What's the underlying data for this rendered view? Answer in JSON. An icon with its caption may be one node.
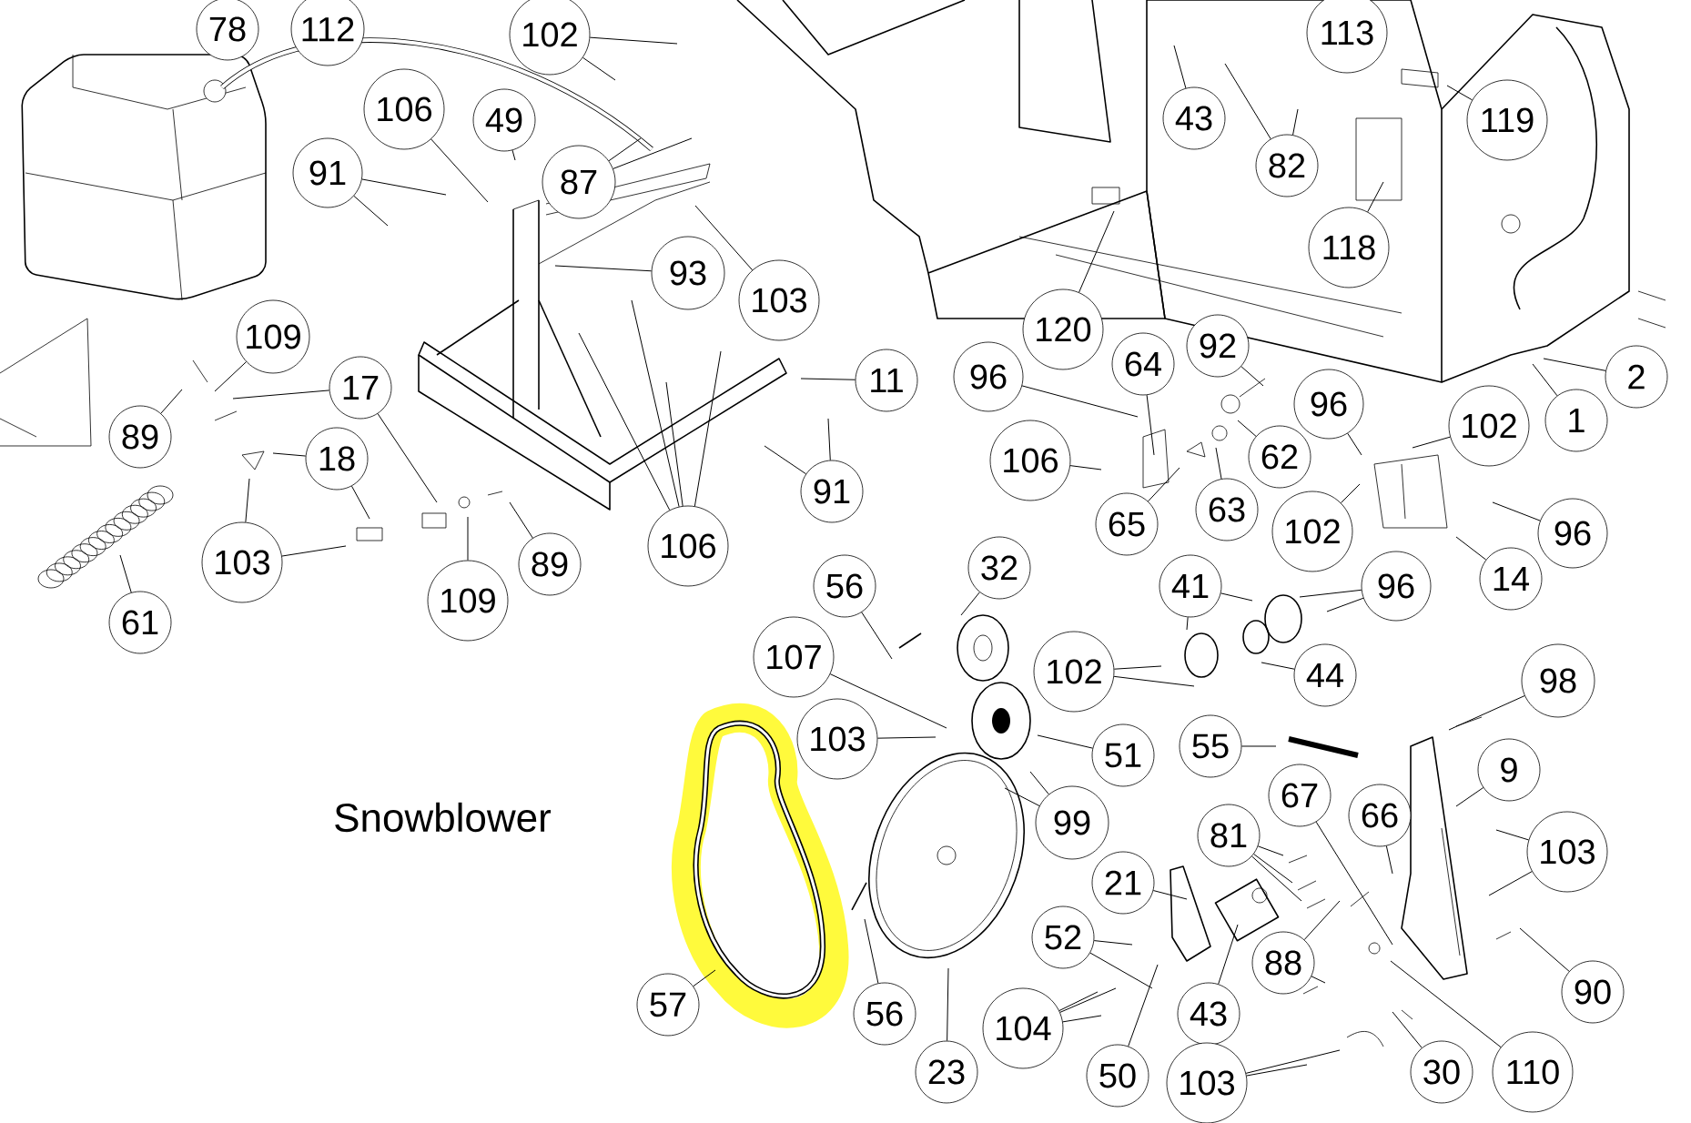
{
  "diagram": {
    "nodes": [
      {
        "text": [
          "78"
        ]
      },
      {
        "text": [
          "112"
        ]
      },
      {
        "text": [
          "102"
        ]
      },
      {
        "text": [
          "106"
        ]
      },
      {
        "text": [
          "49"
        ]
      },
      {
        "text": [
          "91"
        ]
      },
      {
        "text": [
          "87"
        ]
      },
      {
        "text": [
          "93"
        ]
      },
      {
        "text": [
          "103"
        ]
      },
      {
        "text": [
          "109"
        ]
      },
      {
        "text": [
          "89"
        ]
      },
      {
        "text": [
          "17"
        ]
      },
      {
        "text": [
          "18"
        ]
      },
      {
        "text": [
          "103"
        ]
      },
      {
        "text": [
          "109"
        ]
      },
      {
        "text": [
          "89"
        ]
      },
      {
        "text": [
          "61"
        ]
      },
      {
        "text": [
          "106"
        ]
      },
      {
        "text": [
          "11"
        ]
      },
      {
        "text": [
          "91"
        ]
      },
      {
        "text": [
          "43"
        ]
      },
      {
        "text": [
          "82"
        ]
      },
      {
        "text": [
          "113"
        ]
      },
      {
        "text": [
          "119"
        ]
      },
      {
        "text": [
          "118"
        ]
      },
      {
        "text": [
          "120"
        ]
      },
      {
        "text": [
          "2"
        ]
      },
      {
        "text": [
          "1"
        ]
      },
      {
        "text": [
          "96"
        ]
      },
      {
        "text": [
          "64"
        ]
      },
      {
        "text": [
          "92"
        ]
      },
      {
        "text": [
          "106"
        ]
      },
      {
        "text": [
          "65"
        ]
      },
      {
        "text": [
          "63"
        ]
      },
      {
        "text": [
          "62"
        ]
      },
      {
        "text": [
          "96"
        ]
      },
      {
        "text": [
          "102"
        ]
      },
      {
        "text": [
          "102"
        ]
      },
      {
        "text": [
          "96"
        ]
      },
      {
        "text": [
          "14"
        ]
      },
      {
        "text": [
          "56"
        ]
      },
      {
        "text": [
          "32"
        ]
      },
      {
        "text": [
          "41"
        ]
      },
      {
        "text": [
          "96"
        ]
      },
      {
        "text": [
          "102"
        ]
      },
      {
        "text": [
          "44"
        ]
      },
      {
        "text": [
          "107"
        ]
      },
      {
        "text": [
          "103"
        ]
      },
      {
        "text": [
          "51"
        ]
      },
      {
        "text": [
          "55"
        ]
      },
      {
        "text": [
          "98"
        ]
      },
      {
        "text": [
          "9"
        ]
      },
      {
        "text": [
          "67"
        ]
      },
      {
        "text": [
          "66"
        ]
      },
      {
        "text": [
          "99"
        ]
      },
      {
        "text": [
          "103"
        ]
      },
      {
        "text": [
          "81"
        ]
      },
      {
        "text": [
          "21"
        ]
      },
      {
        "text": [
          "52"
        ]
      },
      {
        "text": [
          "88"
        ]
      },
      {
        "text": [
          "43"
        ]
      },
      {
        "text": [
          "57"
        ]
      },
      {
        "text": [
          "56"
        ]
      },
      {
        "text": [
          "23"
        ]
      },
      {
        "text": [
          "104"
        ]
      },
      {
        "text": [
          "50"
        ]
      },
      {
        "text": [
          "103"
        ]
      },
      {
        "text": [
          "30"
        ]
      },
      {
        "text": [
          "110"
        ]
      },
      {
        "text": [
          "90"
        ]
      }
    ],
    "edges": [
      {
        "from": 2,
        "to": null,
        "arrow": "none"
      },
      {
        "from": 2,
        "to": null,
        "arrow": "none"
      },
      {
        "from": 3,
        "to": null,
        "arrow": "none"
      },
      {
        "from": 4,
        "to": null,
        "arrow": "none"
      },
      {
        "from": 5,
        "to": null,
        "arrow": "none"
      },
      {
        "from": 5,
        "to": null,
        "arrow": "none"
      },
      {
        "from": 6,
        "to": null,
        "arrow": "none"
      },
      {
        "from": 6,
        "to": null,
        "arrow": "none"
      },
      {
        "from": 7,
        "to": null,
        "arrow": "none"
      },
      {
        "from": 8,
        "to": null,
        "arrow": "none"
      },
      {
        "from": 9,
        "to": null,
        "arrow": "none"
      },
      {
        "from": 10,
        "to": null,
        "arrow": "none"
      },
      {
        "from": 11,
        "to": null,
        "arrow": "none"
      },
      {
        "from": 11,
        "to": null,
        "arrow": "none"
      },
      {
        "from": 12,
        "to": null,
        "arrow": "none"
      },
      {
        "from": 12,
        "to": null,
        "arrow": "none"
      },
      {
        "from": 13,
        "to": null,
        "arrow": "none"
      },
      {
        "from": 13,
        "to": null,
        "arrow": "none"
      },
      {
        "from": 14,
        "to": null,
        "arrow": "none"
      },
      {
        "from": 15,
        "to": null,
        "arrow": "none"
      },
      {
        "from": 16,
        "to": null,
        "arrow": "none"
      },
      {
        "from": 17,
        "to": null,
        "arrow": "none"
      },
      {
        "from": 17,
        "to": null,
        "arrow": "none"
      },
      {
        "from": 17,
        "to": null,
        "arrow": "none"
      },
      {
        "from": 17,
        "to": null,
        "arrow": "none"
      },
      {
        "from": 18,
        "to": null,
        "arrow": "none"
      },
      {
        "from": 19,
        "to": null,
        "arrow": "none"
      },
      {
        "from": 19,
        "to": null,
        "arrow": "none"
      },
      {
        "from": 20,
        "to": null,
        "arrow": "none"
      },
      {
        "from": 21,
        "to": null,
        "arrow": "none"
      },
      {
        "from": 21,
        "to": null,
        "arrow": "none"
      },
      {
        "from": 23,
        "to": null,
        "arrow": "none"
      },
      {
        "from": 24,
        "to": null,
        "arrow": "none"
      },
      {
        "from": 25,
        "to": null,
        "arrow": "none"
      },
      {
        "from": 26,
        "to": null,
        "arrow": "none"
      },
      {
        "from": 27,
        "to": null,
        "arrow": "none"
      },
      {
        "from": 28,
        "to": null,
        "arrow": "none"
      },
      {
        "from": 29,
        "to": null,
        "arrow": "none"
      },
      {
        "from": 30,
        "to": null,
        "arrow": "none"
      },
      {
        "from": 31,
        "to": null,
        "arrow": "none"
      },
      {
        "from": 32,
        "to": null,
        "arrow": "none"
      },
      {
        "from": 33,
        "to": null,
        "arrow": "none"
      },
      {
        "from": 34,
        "to": null,
        "arrow": "none"
      },
      {
        "from": 35,
        "to": null,
        "arrow": "none"
      },
      {
        "from": 36,
        "to": null,
        "arrow": "none"
      },
      {
        "from": 37,
        "to": null,
        "arrow": "none"
      },
      {
        "from": 38,
        "to": null,
        "arrow": "none"
      },
      {
        "from": 39,
        "to": null,
        "arrow": "none"
      },
      {
        "from": 40,
        "to": null,
        "arrow": "none"
      },
      {
        "from": 41,
        "to": null,
        "arrow": "none"
      },
      {
        "from": 42,
        "to": null,
        "arrow": "none"
      },
      {
        "from": 42,
        "to": null,
        "arrow": "none"
      },
      {
        "from": 43,
        "to": null,
        "arrow": "none"
      },
      {
        "from": 43,
        "to": null,
        "arrow": "none"
      },
      {
        "from": 44,
        "to": null,
        "arrow": "none"
      },
      {
        "from": 44,
        "to": null,
        "arrow": "none"
      },
      {
        "from": 45,
        "to": null,
        "arrow": "none"
      },
      {
        "from": 46,
        "to": null,
        "arrow": "none"
      },
      {
        "from": 47,
        "to": null,
        "arrow": "none"
      },
      {
        "from": 48,
        "to": null,
        "arrow": "none"
      },
      {
        "from": 49,
        "to": null,
        "arrow": "none"
      },
      {
        "from": 50,
        "to": null,
        "arrow": "none"
      },
      {
        "from": 51,
        "to": null,
        "arrow": "none"
      },
      {
        "from": 52,
        "to": null,
        "arrow": "none"
      },
      {
        "from": 53,
        "to": null,
        "arrow": "none"
      },
      {
        "from": 54,
        "to": null,
        "arrow": "none"
      },
      {
        "from": 54,
        "to": null,
        "arrow": "none"
      },
      {
        "from": 55,
        "to": null,
        "arrow": "none"
      },
      {
        "from": 55,
        "to": null,
        "arrow": "none"
      },
      {
        "from": 56,
        "to": null,
        "arrow": "none"
      },
      {
        "from": 56,
        "to": null,
        "arrow": "none"
      },
      {
        "from": 56,
        "to": null,
        "arrow": "none"
      },
      {
        "from": 57,
        "to": null,
        "arrow": "none"
      },
      {
        "from": 58,
        "to": null,
        "arrow": "none"
      },
      {
        "from": 58,
        "to": null,
        "arrow": "none"
      },
      {
        "from": 59,
        "to": null,
        "arrow": "none"
      },
      {
        "from": 59,
        "to": null,
        "arrow": "none"
      },
      {
        "from": 60,
        "to": null,
        "arrow": "none"
      },
      {
        "from": 61,
        "to": null,
        "arrow": "none"
      },
      {
        "from": 62,
        "to": null,
        "arrow": "none"
      },
      {
        "from": 63,
        "to": null,
        "arrow": "none"
      },
      {
        "from": 64,
        "to": null,
        "arrow": "none"
      },
      {
        "from": 64,
        "to": null,
        "arrow": "none"
      },
      {
        "from": 64,
        "to": null,
        "arrow": "none"
      },
      {
        "from": 65,
        "to": null,
        "arrow": "none"
      },
      {
        "from": 66,
        "to": null,
        "arrow": "none"
      },
      {
        "from": 66,
        "to": null,
        "arrow": "none"
      },
      {
        "from": 67,
        "to": null,
        "arrow": "none"
      },
      {
        "from": 68,
        "to": null,
        "arrow": "none"
      },
      {
        "from": 69,
        "to": null,
        "arrow": "none"
      }
    ],
    "labels": [
      "Snowblower"
    ]
  }
}
